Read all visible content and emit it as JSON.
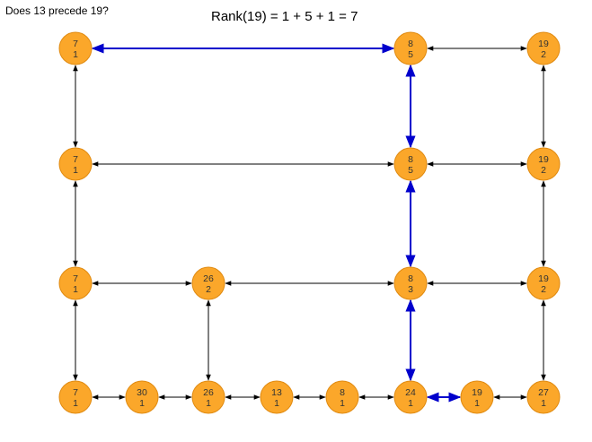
{
  "question": "Does 13 precede 19?",
  "rank_text": "Rank(19) = 1 + 5 + 1 = 7",
  "colors": {
    "node_fill": "#FBA72A",
    "node_stroke": "#E08A10",
    "edge_normal": "#000000",
    "edge_highlight": "#0000CC"
  },
  "nodes": [
    {
      "id": "l3a",
      "key": "7",
      "rank": "1"
    },
    {
      "id": "l3b",
      "key": "8",
      "rank": "5"
    },
    {
      "id": "l3c",
      "key": "19",
      "rank": "2"
    },
    {
      "id": "l2a",
      "key": "7",
      "rank": "1"
    },
    {
      "id": "l2b",
      "key": "8",
      "rank": "5"
    },
    {
      "id": "l2c",
      "key": "19",
      "rank": "2"
    },
    {
      "id": "l1a",
      "key": "7",
      "rank": "1"
    },
    {
      "id": "l1b",
      "key": "26",
      "rank": "2"
    },
    {
      "id": "l1c",
      "key": "8",
      "rank": "3"
    },
    {
      "id": "l1d",
      "key": "19",
      "rank": "2"
    },
    {
      "id": "l0a",
      "key": "7",
      "rank": "1"
    },
    {
      "id": "l0b",
      "key": "30",
      "rank": "1"
    },
    {
      "id": "l0c",
      "key": "26",
      "rank": "1"
    },
    {
      "id": "l0d",
      "key": "13",
      "rank": "1"
    },
    {
      "id": "l0e",
      "key": "8",
      "rank": "1"
    },
    {
      "id": "l0f",
      "key": "24",
      "rank": "1"
    },
    {
      "id": "l0g",
      "key": "19",
      "rank": "1"
    },
    {
      "id": "l0h",
      "key": "27",
      "rank": "1"
    }
  ],
  "edges": [
    {
      "from": "l3a",
      "to": "l3b",
      "highlight": true
    },
    {
      "from": "l3b",
      "to": "l3c",
      "highlight": false
    },
    {
      "from": "l2a",
      "to": "l2b",
      "highlight": false
    },
    {
      "from": "l2b",
      "to": "l2c",
      "highlight": false
    },
    {
      "from": "l1a",
      "to": "l1b",
      "highlight": false
    },
    {
      "from": "l1b",
      "to": "l1c",
      "highlight": false
    },
    {
      "from": "l1c",
      "to": "l1d",
      "highlight": false
    },
    {
      "from": "l0a",
      "to": "l0b",
      "highlight": false
    },
    {
      "from": "l0b",
      "to": "l0c",
      "highlight": false
    },
    {
      "from": "l0c",
      "to": "l0d",
      "highlight": false
    },
    {
      "from": "l0d",
      "to": "l0e",
      "highlight": false
    },
    {
      "from": "l0e",
      "to": "l0f",
      "highlight": false
    },
    {
      "from": "l0f",
      "to": "l0g",
      "highlight": true
    },
    {
      "from": "l0g",
      "to": "l0h",
      "highlight": false
    },
    {
      "from": "l3a",
      "to": "l2a",
      "highlight": false
    },
    {
      "from": "l2a",
      "to": "l1a",
      "highlight": false
    },
    {
      "from": "l1a",
      "to": "l0a",
      "highlight": false
    },
    {
      "from": "l3b",
      "to": "l2b",
      "highlight": true
    },
    {
      "from": "l2b",
      "to": "l1c",
      "highlight": true
    },
    {
      "from": "l1c",
      "to": "l0f",
      "highlight": true
    },
    {
      "from": "l3c",
      "to": "l2c",
      "highlight": false
    },
    {
      "from": "l2c",
      "to": "l1d",
      "highlight": false
    },
    {
      "from": "l1d",
      "to": "l0h",
      "highlight": false
    },
    {
      "from": "l1b",
      "to": "l0c",
      "highlight": false
    }
  ]
}
